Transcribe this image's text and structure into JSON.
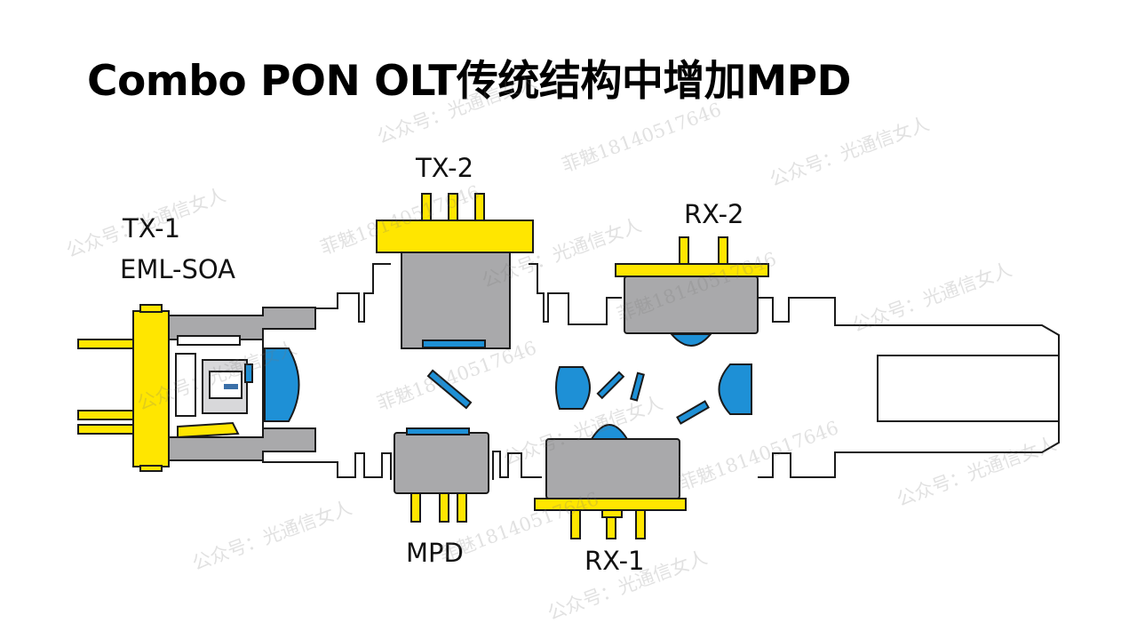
{
  "title": "Combo PON OLT传统结构中增加MPD",
  "labels": {
    "tx1_line1": "TX-1",
    "tx1_line2": "EML-SOA",
    "tx2": "TX-2",
    "rx2": "RX-2",
    "rx1": "RX-1",
    "mpd": "MPD"
  },
  "watermarks": {
    "account": "公众号：光通信女人",
    "contact": "菲魅18140517646"
  },
  "colors": {
    "pin_yellow": "#FFE600",
    "lens_blue": "#1E90D6",
    "body_gray": "#A9A9AB",
    "dark_gray": "#8C8C8E",
    "outline": "#1a1a1a"
  }
}
